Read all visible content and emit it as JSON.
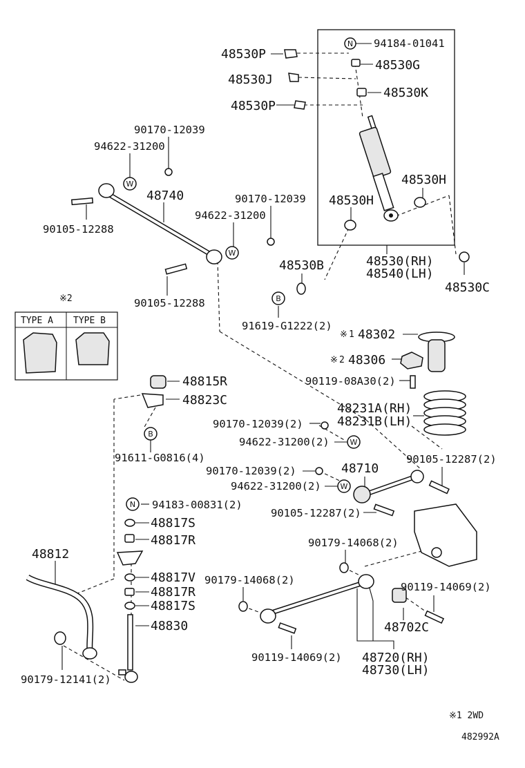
{
  "callouts": {
    "c_94184_01041": "94184-01041",
    "c_48530P_top": "48530P",
    "c_48530G": "48530G",
    "c_48530J": "48530J",
    "c_48530K": "48530K",
    "c_48530P_mid": "48530P",
    "c_48530H_r": "48530H",
    "c_48530H_l": "48530H",
    "c_48530_rh": "48530(RH)",
    "c_48540_lh": "48540(LH)",
    "c_48530C": "48530C",
    "c_48530B": "48530B",
    "c_91619": "91619-G1222(2)",
    "c_90170_a": "90170-12039",
    "c_94622_a": "94622-31200",
    "c_48740": "48740",
    "c_90105_a": "90105-12288",
    "c_90170_b": "90170-12039",
    "c_94622_b": "94622-31200",
    "c_90105_b": "90105-12288",
    "c_48302": "48302",
    "c_48306": "48306",
    "c_90119_08A30": "90119-08A30(2)",
    "c_48231A": "48231A(RH)",
    "c_48231B": "48231B(LH)",
    "c_48815R": "48815R",
    "c_48823C": "48823C",
    "c_91611": "91611-G0816(4)",
    "c_90170_c": "90170-12039(2)",
    "c_94622_c": "94622-31200(2)",
    "c_90105_12287_r": "90105-12287(2)",
    "c_90170_d": "90170-12039(2)",
    "c_48710": "48710",
    "c_94622_d": "94622-31200(2)",
    "c_94183": "94183-00831(2)",
    "c_90105_12287_l": "90105-12287(2)",
    "c_48817S_a": "48817S",
    "c_48817R_a": "48817R",
    "c_48812": "48812",
    "c_90179_14068_a": "90179-14068(2)",
    "c_48817V": "48817V",
    "c_90179_14068_b": "90179-14068(2)",
    "c_90119_14069_r": "90119-14069(2)",
    "c_48817R_b": "48817R",
    "c_48817S_b": "48817S",
    "c_48830": "48830",
    "c_48702C": "48702C",
    "c_90179_12141": "90179-12141(2)",
    "c_90119_14069_l": "90119-14069(2)",
    "c_48720": "48720(RH)",
    "c_48730": "48730(LH)"
  },
  "markers": {
    "note_mark": "※",
    "note_1": "1",
    "note_2": "2",
    "circle_N": "N",
    "circle_W": "W",
    "circle_B": "B"
  },
  "type_box": {
    "mark": "※2",
    "type_a": "TYPE A",
    "type_b": "TYPE B"
  },
  "footer": {
    "note": "※1 2WD",
    "code": "482992A"
  }
}
